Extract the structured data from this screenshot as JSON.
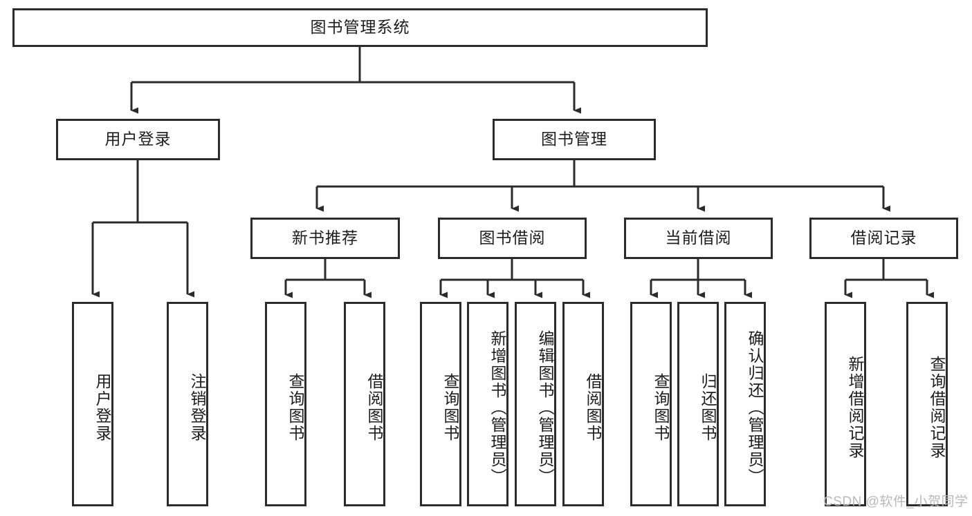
{
  "diagram": {
    "type": "tree-flowchart",
    "root": {
      "id": "root",
      "label": "图书管理系统"
    },
    "level1": [
      {
        "id": "user-login",
        "label": "用户登录"
      },
      {
        "id": "book-management",
        "label": "图书管理"
      }
    ],
    "level2": [
      {
        "id": "new-book-recommend",
        "label": "新书推荐",
        "parent": "book-management"
      },
      {
        "id": "book-borrow",
        "label": "图书借阅",
        "parent": "book-management"
      },
      {
        "id": "current-borrow",
        "label": "当前借阅",
        "parent": "book-management"
      },
      {
        "id": "borrow-record",
        "label": "借阅记录",
        "parent": "book-management"
      }
    ],
    "leaves": {
      "user-login": [
        {
          "id": "leaf-user-login",
          "label": "用户登录"
        },
        {
          "id": "leaf-user-logout",
          "label": "注销登录"
        }
      ],
      "new-book-recommend": [
        {
          "id": "leaf-query-book-1",
          "label": "查询图书"
        },
        {
          "id": "leaf-borrow-book-1",
          "label": "借阅图书"
        }
      ],
      "book-borrow": [
        {
          "id": "leaf-query-book-2",
          "label": "查询图书"
        },
        {
          "id": "leaf-add-book",
          "label": "新增图书（管理员）"
        },
        {
          "id": "leaf-edit-book",
          "label": "编辑图书（管理员）"
        },
        {
          "id": "leaf-borrow-book-2",
          "label": "借阅图书"
        }
      ],
      "current-borrow": [
        {
          "id": "leaf-query-book-3",
          "label": "查询图书"
        },
        {
          "id": "leaf-return-book",
          "label": "归还图书"
        },
        {
          "id": "leaf-confirm-return",
          "label": "确认归还（管理员）"
        }
      ],
      "borrow-record": [
        {
          "id": "leaf-add-record",
          "label": "新增借阅记录"
        },
        {
          "id": "leaf-query-record",
          "label": "查询借阅记录"
        }
      ]
    }
  },
  "watermark": {
    "text": "CSDN @软件_小贺同学"
  },
  "colors": {
    "stroke": "#2b2b2b",
    "background": "#ffffff",
    "text": "#1c1c1c",
    "watermark": "#b9b9b9"
  }
}
